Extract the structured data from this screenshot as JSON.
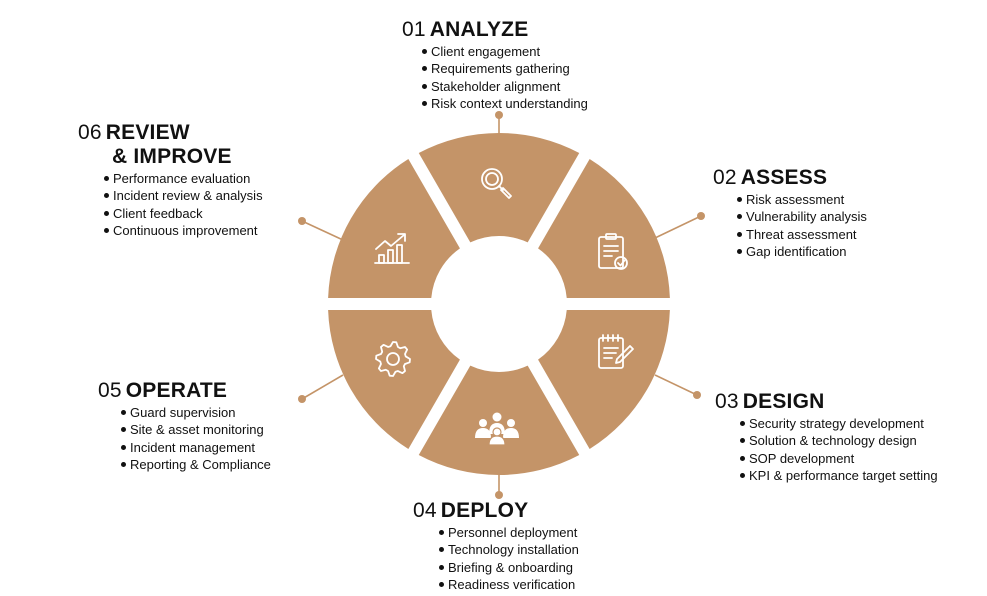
{
  "colors": {
    "segment": "#C49468",
    "connector": "#C49468",
    "icon": "#ffffff",
    "text": "#111111"
  },
  "stages": [
    {
      "number": "01",
      "title": "ANALYZE",
      "icon": "magnifier-icon",
      "items": [
        "Client engagement",
        "Requirements gathering",
        "Stakeholder alignment",
        "Risk context understanding"
      ]
    },
    {
      "number": "02",
      "title": "ASSESS",
      "icon": "clipboard-check-icon",
      "items": [
        "Risk assessment",
        "Vulnerability analysis",
        "Threat assessment",
        "Gap identification"
      ]
    },
    {
      "number": "03",
      "title": "DESIGN",
      "icon": "notepad-pen-icon",
      "items": [
        "Security strategy development",
        "Solution & technology design",
        "SOP development",
        "KPI & performance target setting"
      ]
    },
    {
      "number": "04",
      "title": "DEPLOY",
      "icon": "team-icon",
      "items": [
        "Personnel deployment",
        "Technology installation",
        "Briefing & onboarding",
        "Readiness verification"
      ]
    },
    {
      "number": "05",
      "title": "OPERATE",
      "icon": "gear-icon",
      "items": [
        "Guard supervision",
        "Site & asset monitoring",
        "Incident management",
        "Reporting & Compliance"
      ]
    },
    {
      "number": "06",
      "title_line1": "REVIEW",
      "title_line2": "& IMPROVE",
      "icon": "growth-chart-icon",
      "items": [
        "Performance evaluation",
        "Incident review & analysis",
        "Client feedback",
        "Continuous improvement"
      ]
    }
  ]
}
